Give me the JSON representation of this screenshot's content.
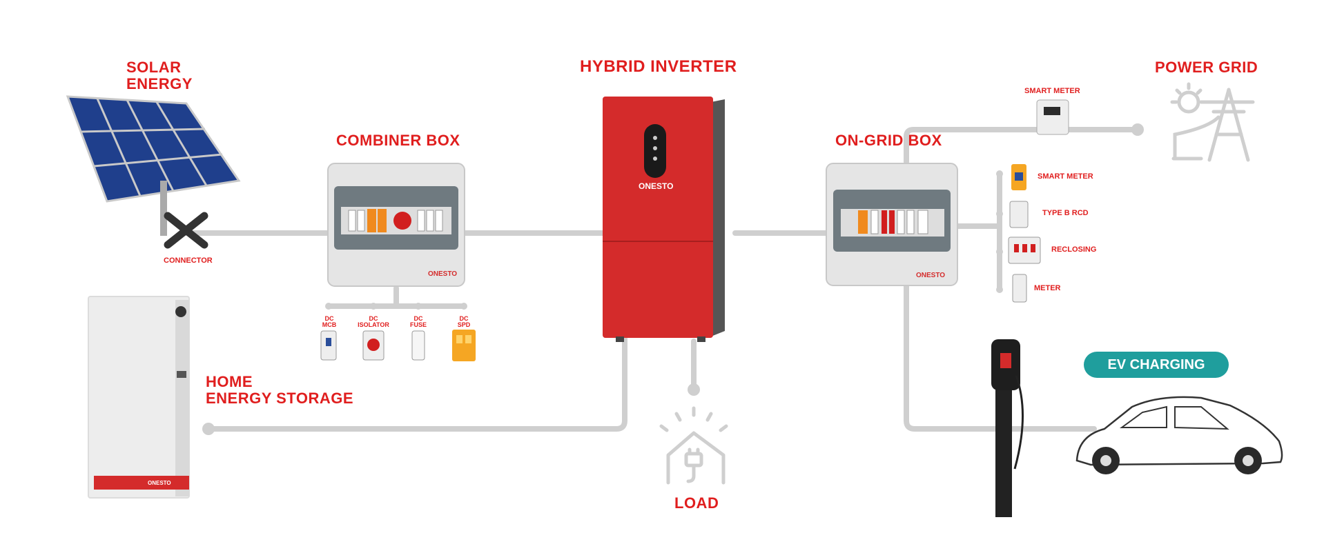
{
  "labels": {
    "solar_line1": "SOLAR",
    "solar_line2": "ENERGY",
    "combiner_box": "COMBINER BOX",
    "hybrid_inverter": "HYBRID INVERTER",
    "on_grid_box": "ON-GRID BOX",
    "power_grid": "POWER GRID",
    "smart_meter_top": "SMART METER",
    "connector": "CONNECTOR",
    "home_storage_line1": "HOME",
    "home_storage_line2": "ENERGY STORAGE",
    "load": "LOAD",
    "ev_charging": "EV CHARGING"
  },
  "combiner_components": [
    {
      "line1": "DC",
      "line2": "MCB"
    },
    {
      "line1": "DC",
      "line2": "ISOLATOR"
    },
    {
      "line1": "DC",
      "line2": "FUSE"
    },
    {
      "line1": "DC",
      "line2": "SPD"
    }
  ],
  "ongrid_components": [
    "SMART METER",
    "TYPE B RCD",
    "RECLOSING",
    "METER"
  ],
  "brand": "ONESTO",
  "colors": {
    "accent_red": "#e01e1e",
    "inverter_red": "#d42b2b",
    "line_gray": "#cfcfcf",
    "teal": "#1f9e9d"
  },
  "icons": [
    "solar-panel-icon",
    "connector-icon",
    "combiner-box-icon",
    "hybrid-inverter-icon",
    "on-grid-box-icon",
    "smart-meter-icon",
    "power-grid-icon",
    "battery-icon",
    "house-load-icon",
    "ev-charger-icon",
    "car-icon"
  ]
}
